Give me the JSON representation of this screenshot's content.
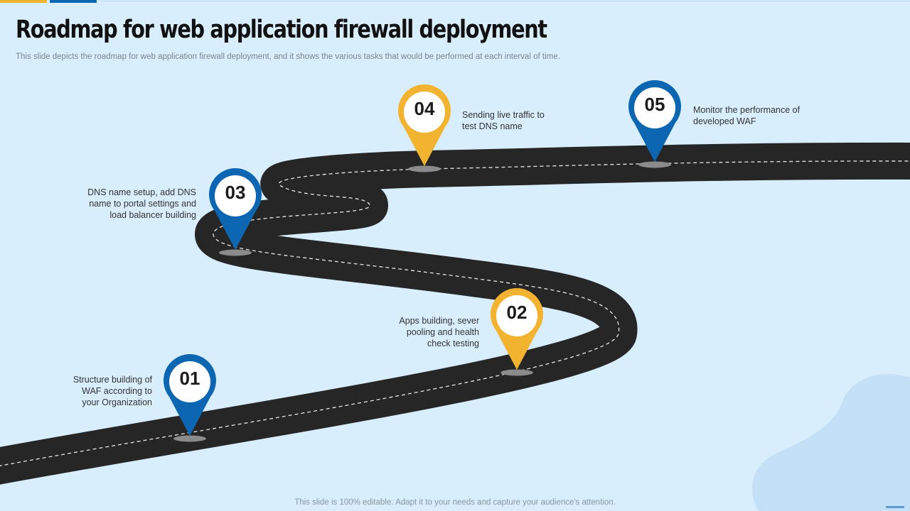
{
  "title": "Roadmap for web application firewall deployment",
  "subtitle": "This slide depicts the roadmap for web application firewall deployment, and it shows the various tasks that would be performed at each interval of time.",
  "footer": "This slide is 100% editable. Adapt it to your needs and capture your audience's attention.",
  "colors": {
    "background": "#d9eefc",
    "blue": "#0d66b2",
    "yellow": "#f2b430",
    "road": "#262626"
  },
  "steps": [
    {
      "number": "01",
      "color": "blue",
      "text": [
        "Structure building of",
        "WAF according to",
        "your Organization"
      ]
    },
    {
      "number": "02",
      "color": "yellow",
      "text": [
        "Apps building, sever",
        "pooling and health",
        "check testing"
      ]
    },
    {
      "number": "03",
      "color": "blue",
      "text": [
        "DNS name setup, add DNS",
        "name to portal settings and",
        "load balancer building"
      ]
    },
    {
      "number": "04",
      "color": "yellow",
      "text": [
        "Sending live traffic to",
        "test DNS name"
      ]
    },
    {
      "number": "05",
      "color": "blue",
      "text": [
        "Monitor the performance  of",
        "developed  WAF"
      ]
    }
  ]
}
